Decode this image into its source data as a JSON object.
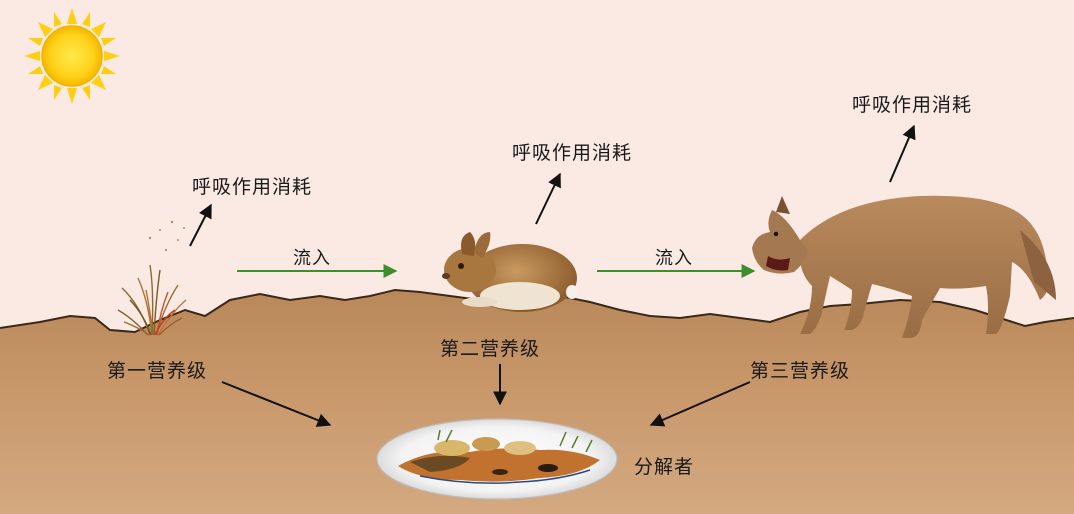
{
  "trophic_levels": {
    "producer": "第一营养级",
    "primary_consumer": "第二营养级",
    "secondary_consumer": "第三营养级"
  },
  "decomposer": "分解者",
  "respiration": {
    "grass": "呼吸作用消耗",
    "rabbit": "呼吸作用消耗",
    "wolf": "呼吸作用消耗"
  },
  "flow": {
    "grass_to_rabbit": "流入",
    "rabbit_to_wolf": "流入"
  },
  "colors": {
    "sky": "#fbe9e4",
    "soil": "#c49467",
    "flow_arrow": "#3e8e2e",
    "arrow": "#111111"
  },
  "icons": {
    "sun": "sun-icon",
    "grass": "grass-icon",
    "rabbit": "rabbit-icon",
    "wolf": "wolf-icon",
    "decomposer": "decomposer-icon"
  }
}
